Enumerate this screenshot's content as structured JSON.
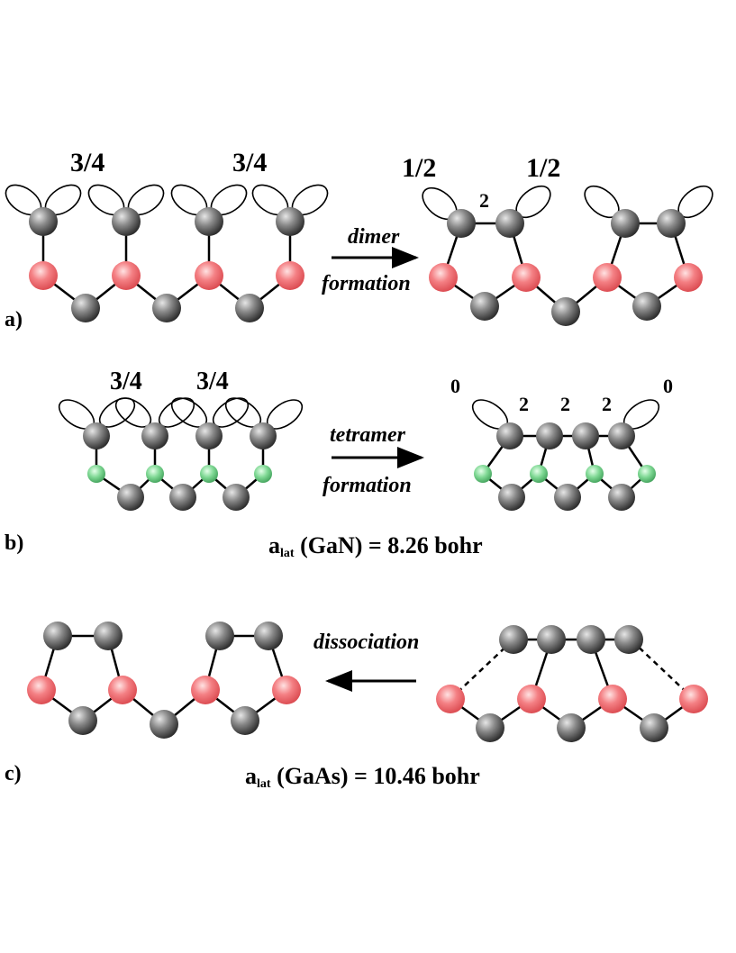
{
  "panels": {
    "a": {
      "tag": "a)",
      "occupancy_left": [
        "3/4",
        "3/4"
      ],
      "occupancy_right": [
        "1/2",
        "2",
        "1/2"
      ],
      "arrow_top": "dimer",
      "arrow_bottom": "formation"
    },
    "b": {
      "tag": "b)",
      "occupancy_left": [
        "3/4",
        "3/4"
      ],
      "occupancy_right": [
        "0",
        "2",
        "2",
        "2",
        "0"
      ],
      "arrow_top": "tetramer",
      "arrow_bottom": "formation",
      "lattice_prefix": "a",
      "lattice_sub": "lat",
      "lattice_text": " (GaN) = 8.26 bohr"
    },
    "c": {
      "tag": "c)",
      "arrow_label": "dissociation",
      "lattice_prefix": "a",
      "lattice_sub": "lat",
      "lattice_text": " (GaAs) = 10.46 bohr"
    }
  },
  "colors": {
    "gray_atom": "#555555",
    "red_atom": "#f06a6e",
    "green_atom": "#6fcf86"
  }
}
